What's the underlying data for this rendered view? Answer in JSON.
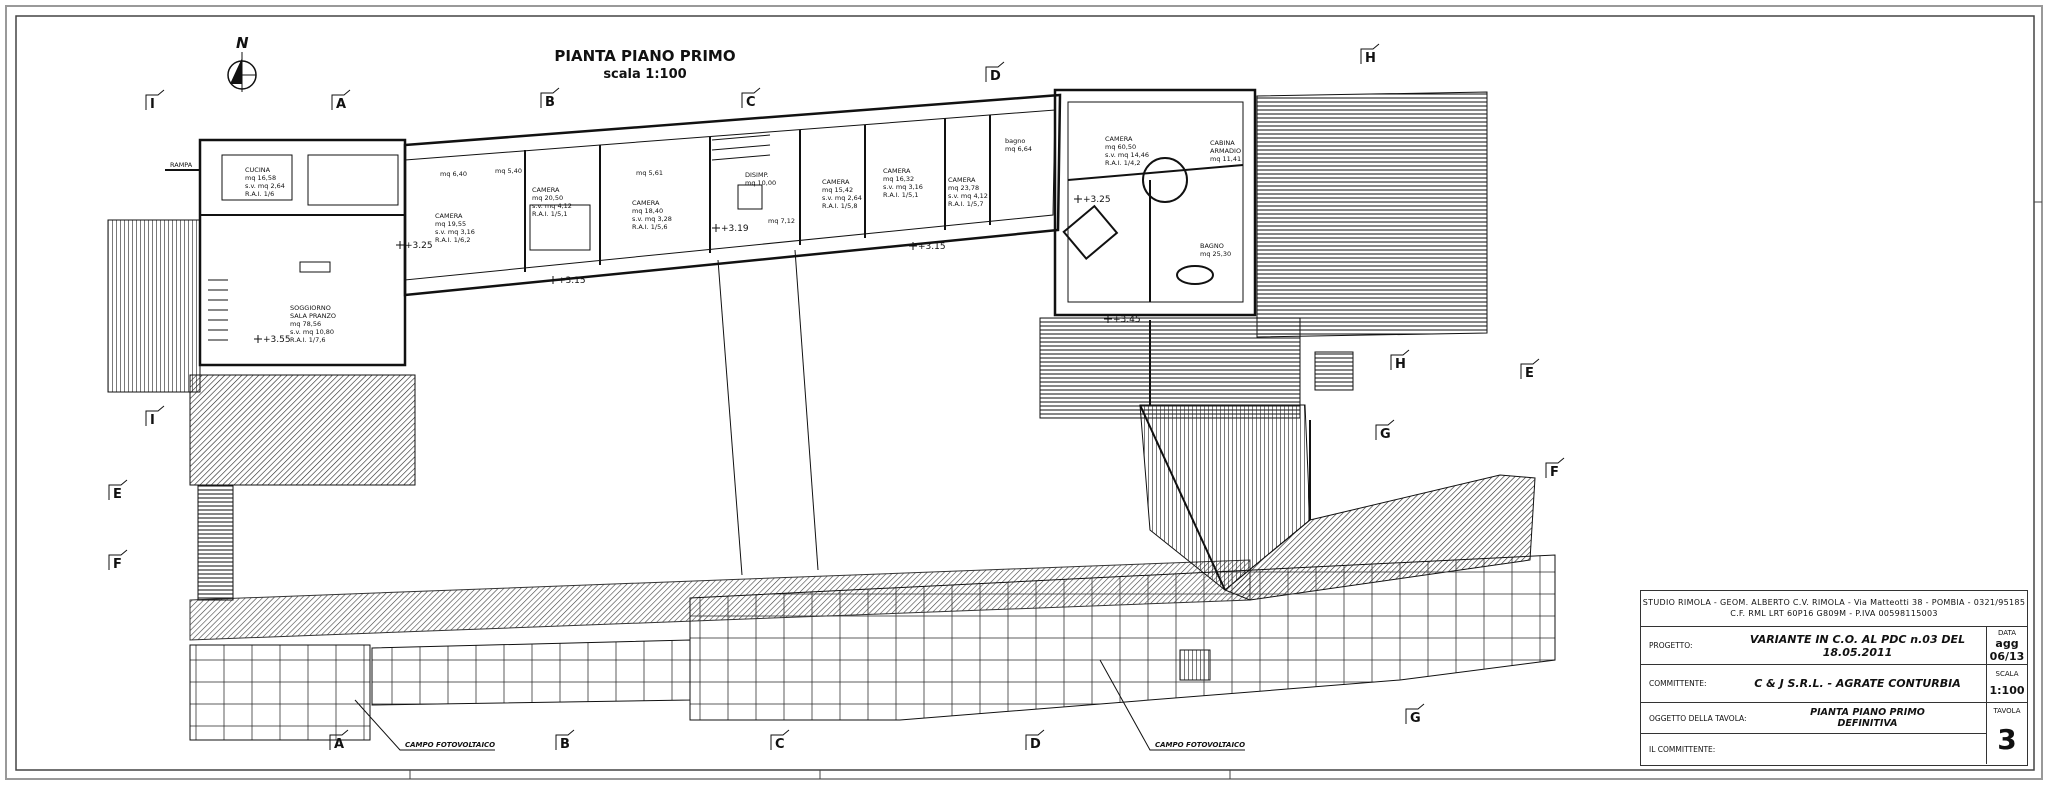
{
  "drawing": {
    "title": "PIANTA PIANO PRIMO",
    "scale": "scala 1:100",
    "north": "N"
  },
  "section_markers": [
    "I",
    "A",
    "B",
    "C",
    "D",
    "H",
    "I",
    "E",
    "F",
    "A",
    "B",
    "C",
    "D",
    "G",
    "H",
    "E",
    "G",
    "F"
  ],
  "rooms": [
    {
      "lines": [
        "CUCINA",
        "mq 16,58",
        "s.v. mq 2,64",
        "R.A.I. 1/6"
      ]
    },
    {
      "lines": [
        "SOGGIORNO",
        "SALA PRANZO",
        "mq 78,56",
        "s.v. mq 10,80",
        "R.A.I. 1/7,6"
      ]
    },
    {
      "lines": [
        "mq 6,40"
      ]
    },
    {
      "lines": [
        "mq 5,40"
      ]
    },
    {
      "lines": [
        "CAMERA",
        "mq 19,55",
        "s.v. mq 3,16",
        "R.A.I. 1/6,2"
      ]
    },
    {
      "lines": [
        "CAMERA",
        "mq 20,50",
        "s.v. mq 4,12",
        "R.A.I. 1/5,1"
      ]
    },
    {
      "lines": [
        "mq 5,61"
      ]
    },
    {
      "lines": [
        "CAMERA",
        "mq 18,40",
        "s.v. mq 3,28",
        "R.A.I. 1/5,6"
      ]
    },
    {
      "lines": [
        "DISIMP.",
        "mq 10,00"
      ]
    },
    {
      "lines": [
        "mq 7,12"
      ]
    },
    {
      "lines": [
        "CAMERA",
        "mq 15,42",
        "s.v. mq 2,64",
        "R.A.I. 1/5,8"
      ]
    },
    {
      "lines": [
        "CAMERA",
        "mq 16,32",
        "s.v. mq 3,16",
        "R.A.I. 1/5,1"
      ]
    },
    {
      "lines": [
        "CAMERA",
        "mq 23,78",
        "s.v. mq 4,12",
        "R.A.I. 1/5,7"
      ]
    },
    {
      "lines": [
        "bagno",
        "mq 6,64"
      ]
    },
    {
      "lines": [
        "CAMERA",
        "mq 60,50",
        "s.v. mq 14,46",
        "R.A.I. 1/4,2"
      ]
    },
    {
      "lines": [
        "CABINA",
        "ARMADIO",
        "mq 11,41"
      ]
    },
    {
      "lines": [
        "BAGNO",
        "mq 25,30"
      ]
    }
  ],
  "levels": [
    "+3.55",
    "+3.25",
    "+3.15",
    "+3.19",
    "+3.15",
    "+3.25",
    "+3.45"
  ],
  "labels": {
    "rampa": "RAMPA",
    "pv1": "CAMPO FOTOVOLTAICO",
    "pv2": "CAMPO FOTOVOLTAICO"
  },
  "title_block": {
    "studio_line1": "STUDIO RIMOLA - GEOM. ALBERTO C.V. RIMOLA - Via Matteotti 38 - POMBIA - 0321/95185",
    "studio_line2": "C.F. RML LRT 60P16 G809M - P.IVA 00598115003",
    "progetto_label": "PROGETTO:",
    "progetto": "VARIANTE IN C.O. AL PDC n.03 DEL 18.05.2011",
    "data_label": "DATA",
    "data_value1": "agg",
    "data_value2": "06/13",
    "committente_label": "COMMITTENTE:",
    "committente": "C & J S.R.L. - AGRATE CONTURBIA",
    "scala_label": "SCALA",
    "scala": "1:100",
    "oggetto_label": "OGGETTO DELLA TAVOLA:",
    "oggetto_line1": "PIANTA PIANO PRIMO",
    "oggetto_line2": "DEFINITIVA",
    "tavola_label": "TAVOLA",
    "tavola": "3",
    "firma_label": "IL COMMITTENTE:"
  }
}
